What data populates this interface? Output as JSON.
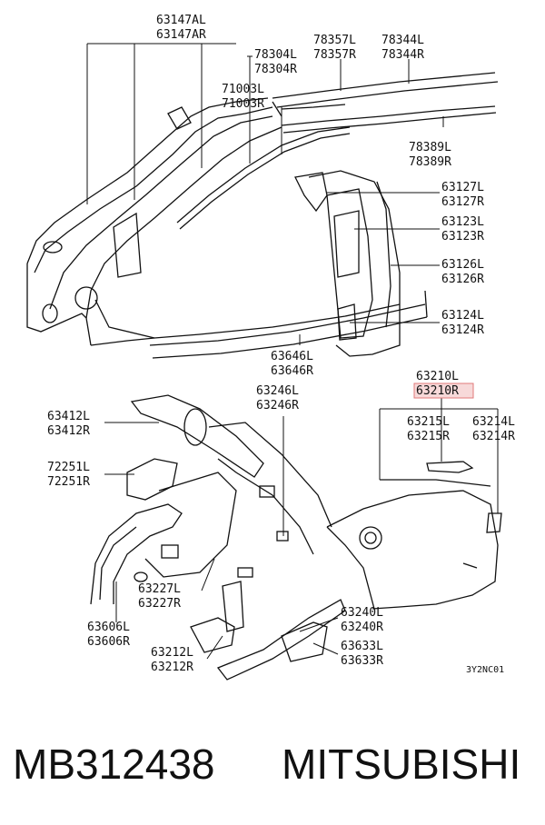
{
  "labels": {
    "l63147": [
      "63147AL",
      "63147AR"
    ],
    "l78304": [
      "78304L",
      "78304R"
    ],
    "l71003": [
      "71003L",
      "71003R"
    ],
    "l78357": [
      "78357L",
      "78357R"
    ],
    "l78344": [
      "78344L",
      "78344R"
    ],
    "l78389": [
      "78389L",
      "78389R"
    ],
    "l63127": [
      "63127L",
      "63127R"
    ],
    "l63123": [
      "63123L",
      "63123R"
    ],
    "l63126": [
      "63126L",
      "63126R"
    ],
    "l63124": [
      "63124L",
      "63124R"
    ],
    "l63646": [
      "63646L",
      "63646R"
    ],
    "l63210": [
      "63210L",
      "63210R"
    ],
    "l63215": [
      "63215L",
      "63215R"
    ],
    "l63214": [
      "63214L",
      "63214R"
    ],
    "l63412": [
      "63412L",
      "63412R"
    ],
    "l63246": [
      "63246L",
      "63246R"
    ],
    "l72251": [
      "72251L",
      "72251R"
    ],
    "l63227": [
      "63227L",
      "63227R"
    ],
    "l63606": [
      "63606L",
      "63606R"
    ],
    "l63240": [
      "63240L",
      "63240R"
    ],
    "l63212": [
      "63212L",
      "63212R"
    ],
    "l63633": [
      "63633L",
      "63633R"
    ]
  },
  "diagram_code": "3Y2NC01",
  "highlight_color": "#e07a7a",
  "footer": {
    "part_number": "MB312438",
    "brand": "MITSUBISHI"
  }
}
